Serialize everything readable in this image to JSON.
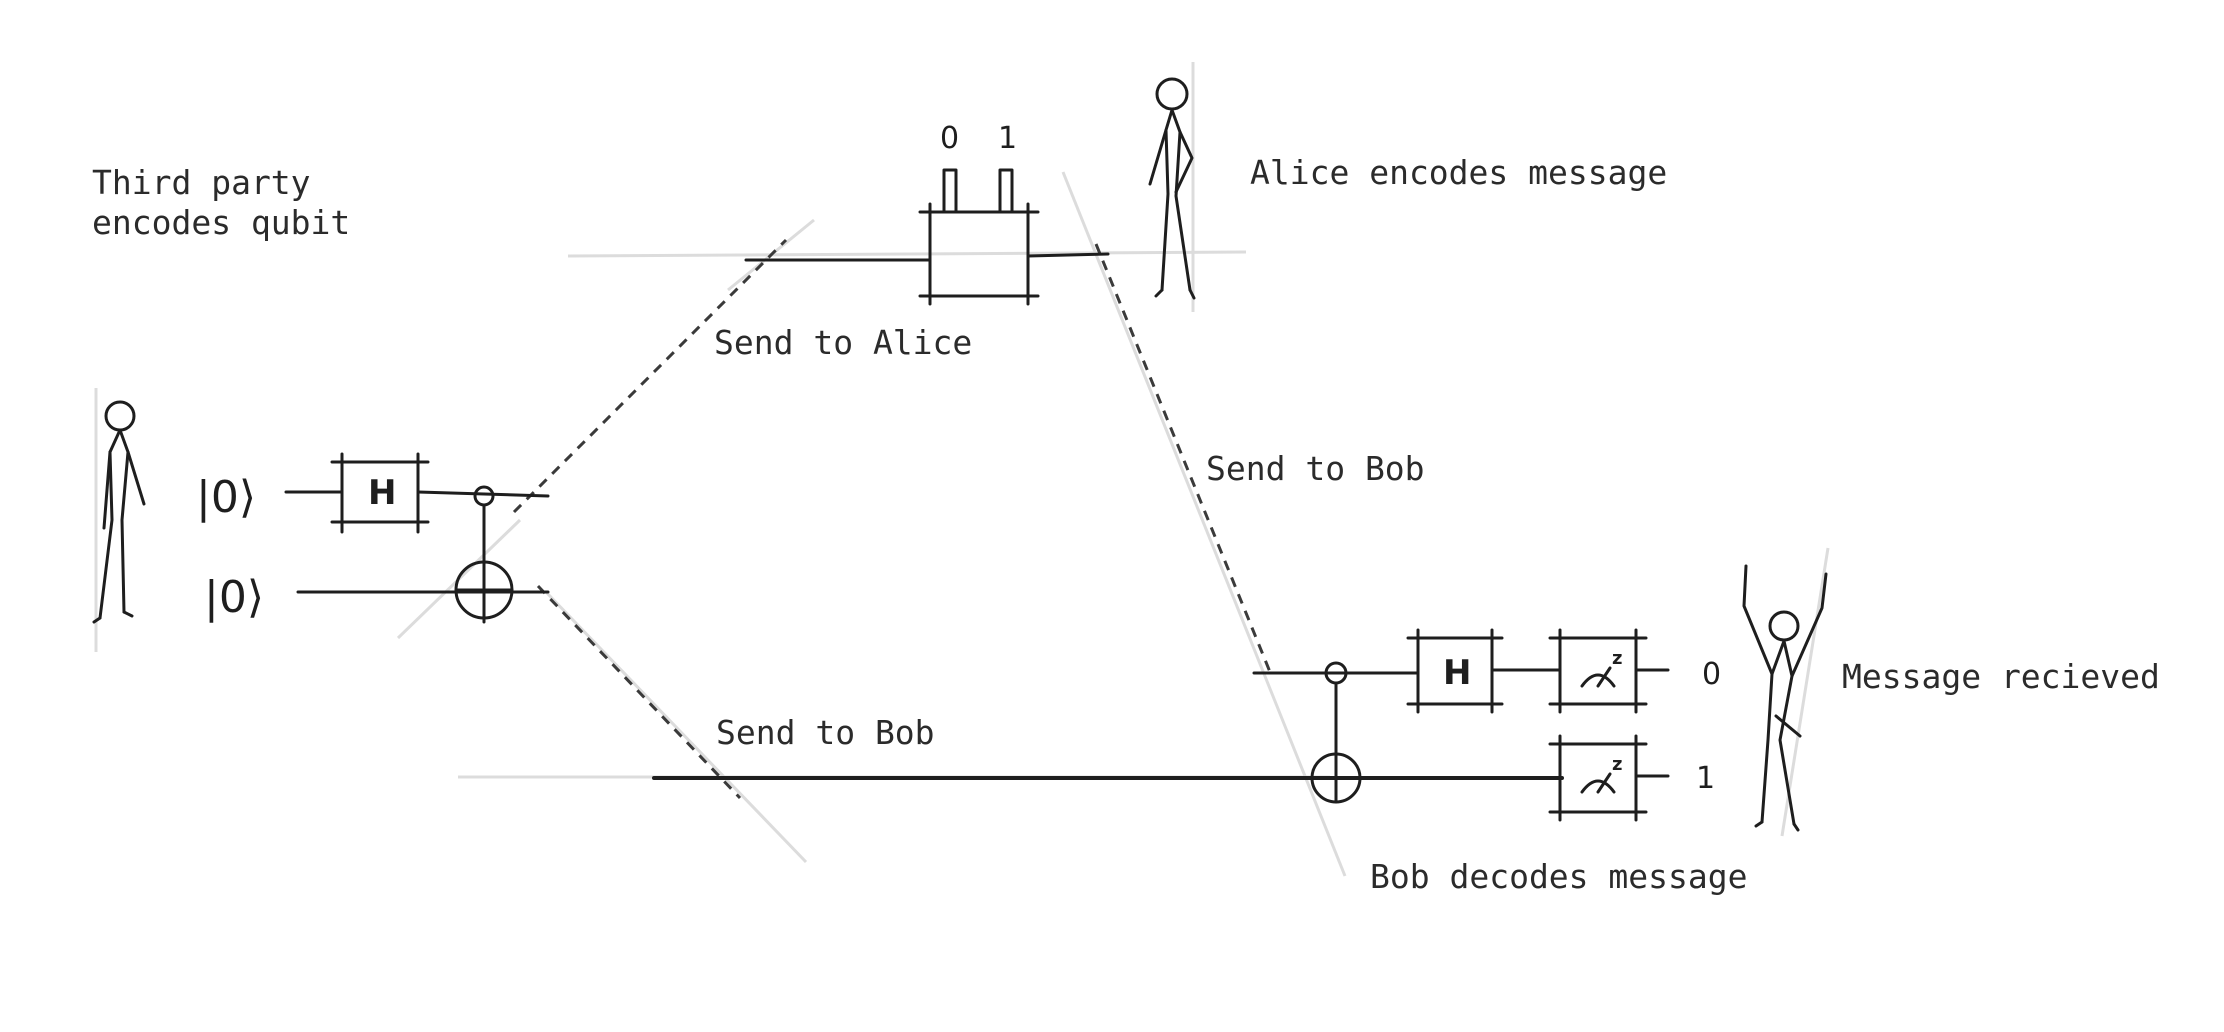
{
  "labels": {
    "third_party_line1": "Third party",
    "third_party_line2": "encodes qubit",
    "alice_encodes": "Alice encodes message",
    "send_to_alice": "Send to Alice",
    "send_to_bob_upper": "Send to Bob",
    "send_to_bob_lower": "Send to Bob",
    "bob_decodes": "Bob decodes message",
    "message_received": "Message recieved"
  },
  "circuit": {
    "ket_top": "|0⟩",
    "ket_bottom": "|0⟩",
    "hadamard_left": "H",
    "hadamard_right": "H",
    "alice_bit_0": "0",
    "alice_bit_1": "1",
    "measure_basis_top": "z",
    "measure_basis_bottom": "z",
    "output_bit_top": "0",
    "output_bit_bottom": "1"
  },
  "icons": [
    "stick-figure-third-party",
    "stick-figure-alice",
    "stick-figure-bob",
    "hadamard-gate",
    "cnot-gate",
    "measurement-meter-icon",
    "encoder-box"
  ],
  "colors": {
    "ink": "#1e1e1e",
    "guide": "#dcdcdc",
    "text": "#2b2b2b"
  }
}
